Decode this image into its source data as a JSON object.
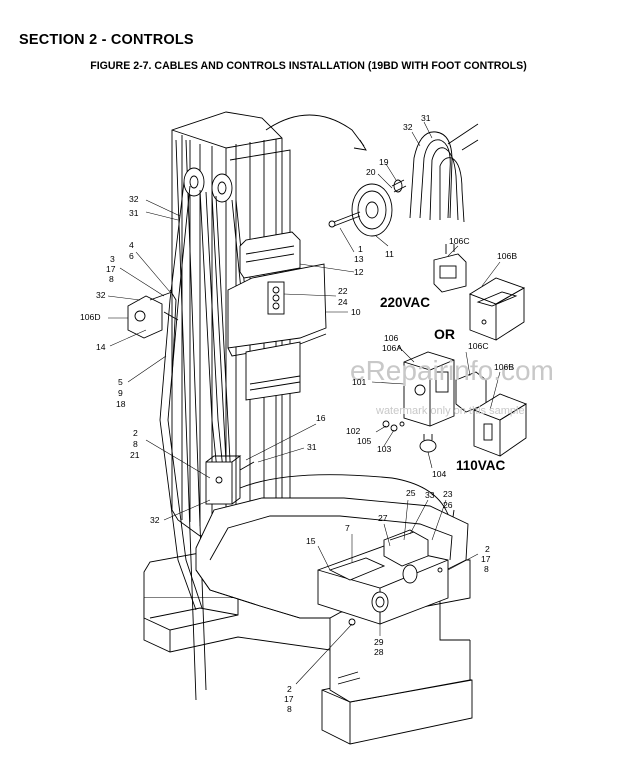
{
  "header": {
    "section_title": "SECTION 2 - CONTROLS",
    "figure_title": "FIGURE 2-7. CABLES AND CONTROLS INSTALLATION (19BD WITH FOOT CONTROLS)"
  },
  "voltage": {
    "v220": "220VAC",
    "or": "OR",
    "v110": "110VAC"
  },
  "watermark": {
    "brand": "eRepairinfo.com",
    "note": "watermark only on this sample"
  },
  "callouts": [
    {
      "id": "c-31-top",
      "text": "31"
    },
    {
      "id": "c-32-top",
      "text": "32"
    },
    {
      "id": "c-19",
      "text": "19"
    },
    {
      "id": "c-20",
      "text": "20"
    },
    {
      "id": "c-32-left",
      "text": "32"
    },
    {
      "id": "c-31-left",
      "text": "31"
    },
    {
      "id": "c-4",
      "text": "4"
    },
    {
      "id": "c-6",
      "text": "6"
    },
    {
      "id": "c-3",
      "text": "3"
    },
    {
      "id": "c-17-a",
      "text": "17"
    },
    {
      "id": "c-8-a",
      "text": "8"
    },
    {
      "id": "c-32-mid",
      "text": "32"
    },
    {
      "id": "c-106D",
      "text": "106D"
    },
    {
      "id": "c-14",
      "text": "14"
    },
    {
      "id": "c-5",
      "text": "5"
    },
    {
      "id": "c-9",
      "text": "9"
    },
    {
      "id": "c-18",
      "text": "18"
    },
    {
      "id": "c-1",
      "text": "1"
    },
    {
      "id": "c-13",
      "text": "13"
    },
    {
      "id": "c-12",
      "text": "12"
    },
    {
      "id": "c-11",
      "text": "11"
    },
    {
      "id": "c-106C-top",
      "text": "106C"
    },
    {
      "id": "c-106B-top",
      "text": "106B"
    },
    {
      "id": "c-22",
      "text": "22"
    },
    {
      "id": "c-24",
      "text": "24"
    },
    {
      "id": "c-10",
      "text": "10"
    },
    {
      "id": "c-106",
      "text": "106"
    },
    {
      "id": "c-106A",
      "text": "106A"
    },
    {
      "id": "c-106C-mid",
      "text": "106C"
    },
    {
      "id": "c-106B-mid",
      "text": "106B"
    },
    {
      "id": "c-101",
      "text": "101"
    },
    {
      "id": "c-16",
      "text": "16"
    },
    {
      "id": "c-2-a",
      "text": "2"
    },
    {
      "id": "c-8-b",
      "text": "8"
    },
    {
      "id": "c-21",
      "text": "21"
    },
    {
      "id": "c-31-mid",
      "text": "31"
    },
    {
      "id": "c-102",
      "text": "102"
    },
    {
      "id": "c-105",
      "text": "105"
    },
    {
      "id": "c-103",
      "text": "103"
    },
    {
      "id": "c-104",
      "text": "104"
    },
    {
      "id": "c-25",
      "text": "25"
    },
    {
      "id": "c-33",
      "text": "33"
    },
    {
      "id": "c-23",
      "text": "23"
    },
    {
      "id": "c-26",
      "text": "26"
    },
    {
      "id": "c-32-low",
      "text": "32"
    },
    {
      "id": "c-7",
      "text": "7"
    },
    {
      "id": "c-27",
      "text": "27"
    },
    {
      "id": "c-15",
      "text": "15"
    },
    {
      "id": "c-2-b",
      "text": "2"
    },
    {
      "id": "c-17-b",
      "text": "17"
    },
    {
      "id": "c-8-c",
      "text": "8"
    },
    {
      "id": "c-29",
      "text": "29"
    },
    {
      "id": "c-28",
      "text": "28"
    },
    {
      "id": "c-2-c",
      "text": "2"
    },
    {
      "id": "c-17-c",
      "text": "17"
    },
    {
      "id": "c-8-d",
      "text": "8"
    }
  ]
}
